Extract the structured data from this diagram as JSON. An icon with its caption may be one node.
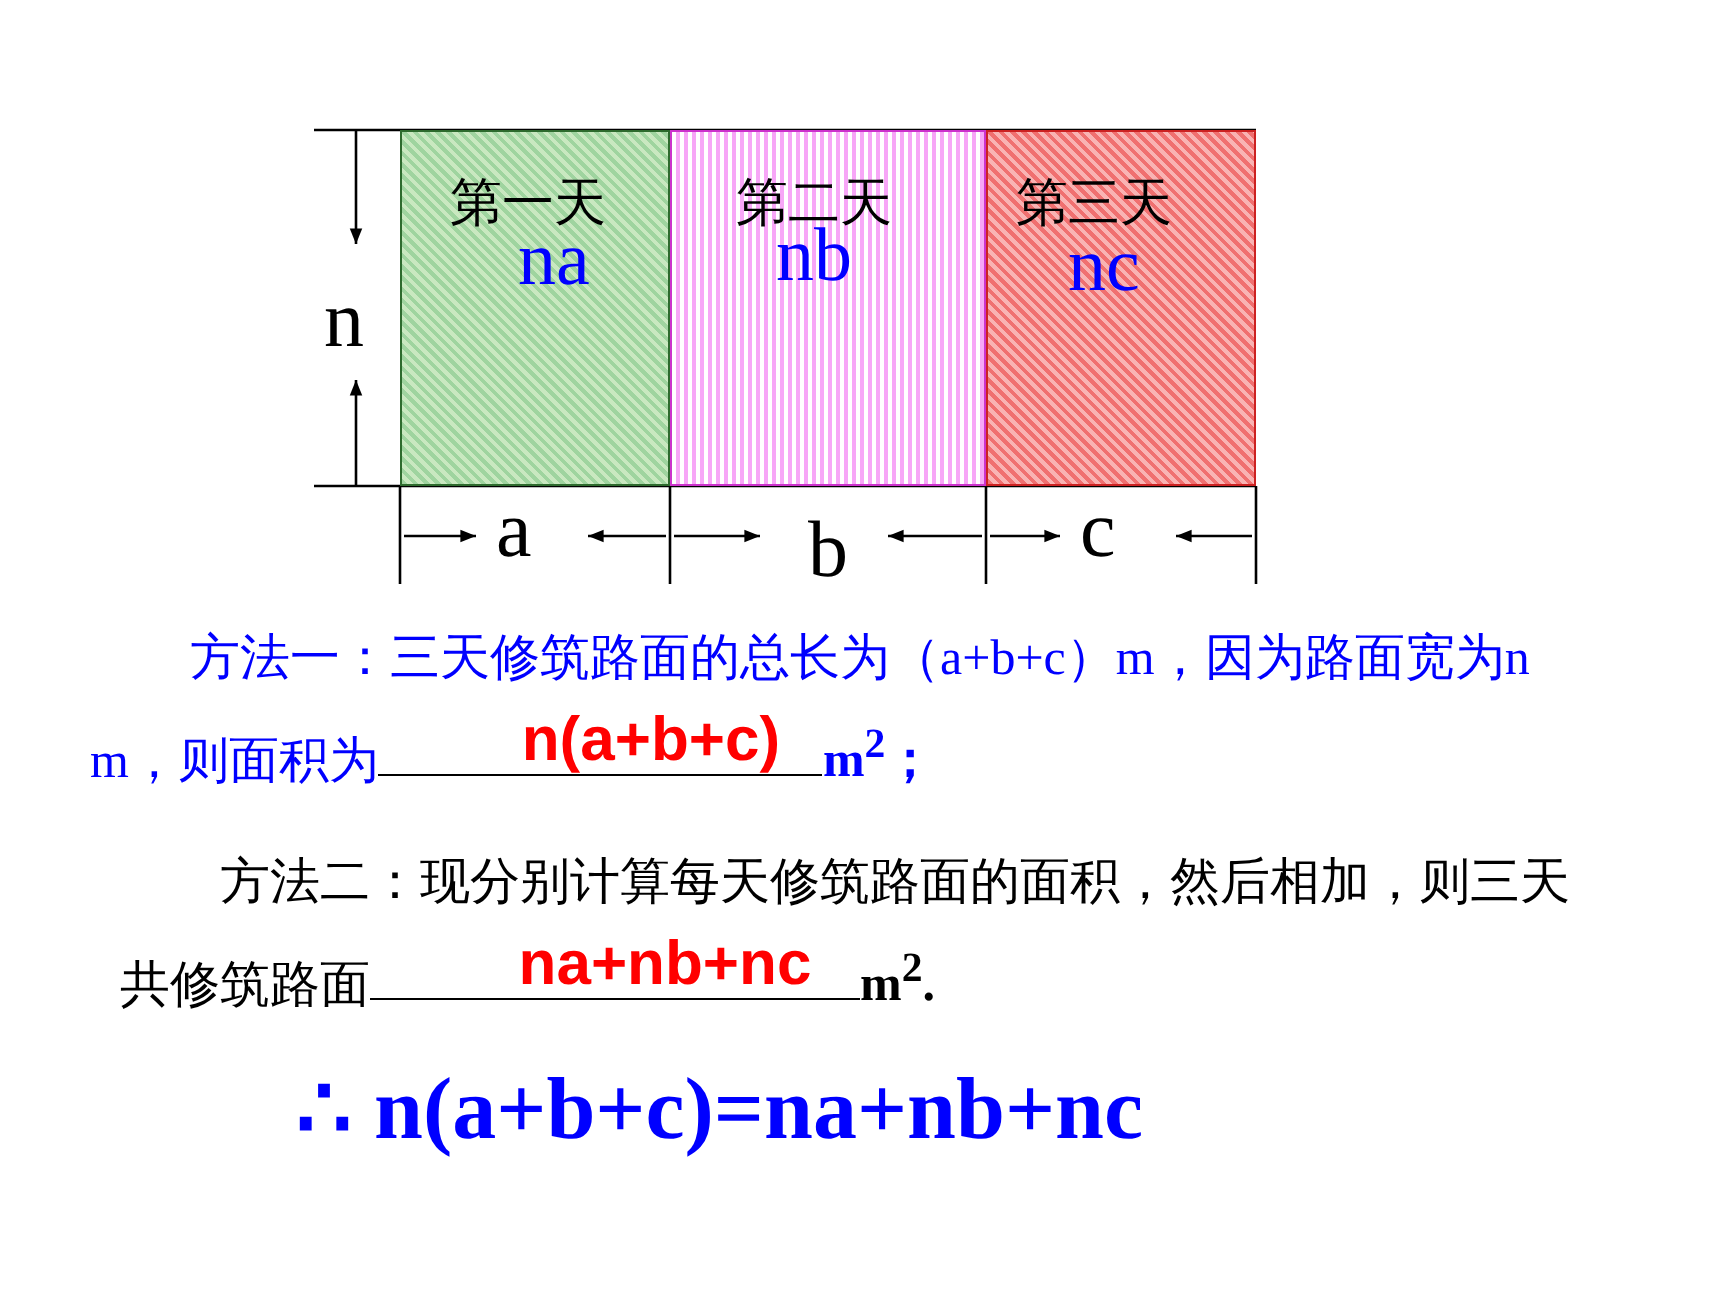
{
  "diagram": {
    "nodes": [
      {
        "text": [
          "第一天",
          "na"
        ]
      },
      {
        "text": [
          "第二天",
          "nb"
        ]
      },
      {
        "text": [
          "第三天",
          "nc"
        ]
      }
    ],
    "edges": [],
    "labels": [
      "n",
      "a",
      "b",
      "c",
      "方法一：三天修筑路面的总长为（a+b+c）m，因为路面宽为n m，则面积为",
      "n(a+b+c)",
      "m$^{2}$；",
      "方法二：现分别计算每天修筑路面的面积，然后相加，则三天共修筑路面",
      "na+nb+nc",
      "m$^{2}$.",
      "∴ n(a+b+c)=na+nb+nc"
    ]
  }
}
